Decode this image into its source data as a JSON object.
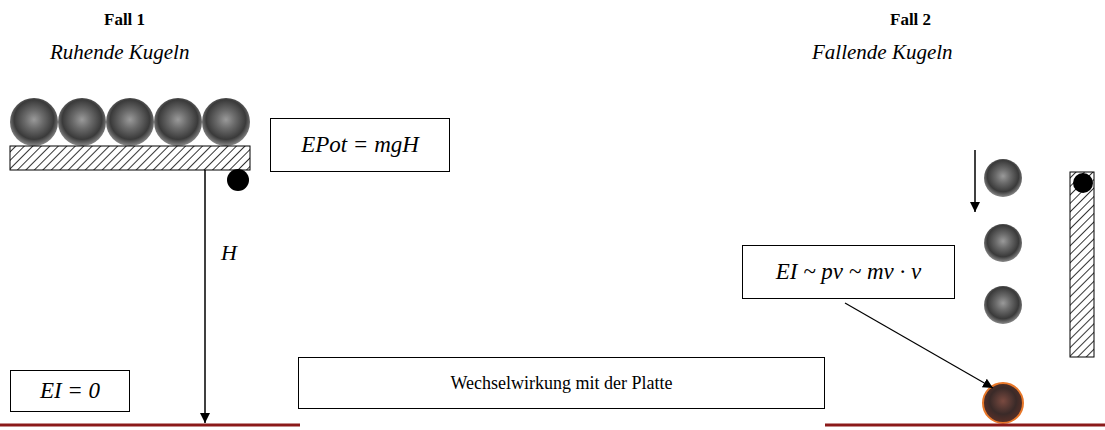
{
  "diagram": {
    "nodes": [
      {
        "text": [
          "EPot = mgH"
        ]
      },
      {
        "text": [
          "EI ~ pv ~ mv · v"
        ]
      },
      {
        "text": [
          "EI = 0"
        ]
      },
      {
        "text": [
          "Wechselwirkung mit der Platte"
        ]
      }
    ],
    "labels": [
      "Fall 1",
      "Fall 2",
      "Ruhende Kugeln",
      "Fallende Kugeln",
      "H"
    ]
  }
}
